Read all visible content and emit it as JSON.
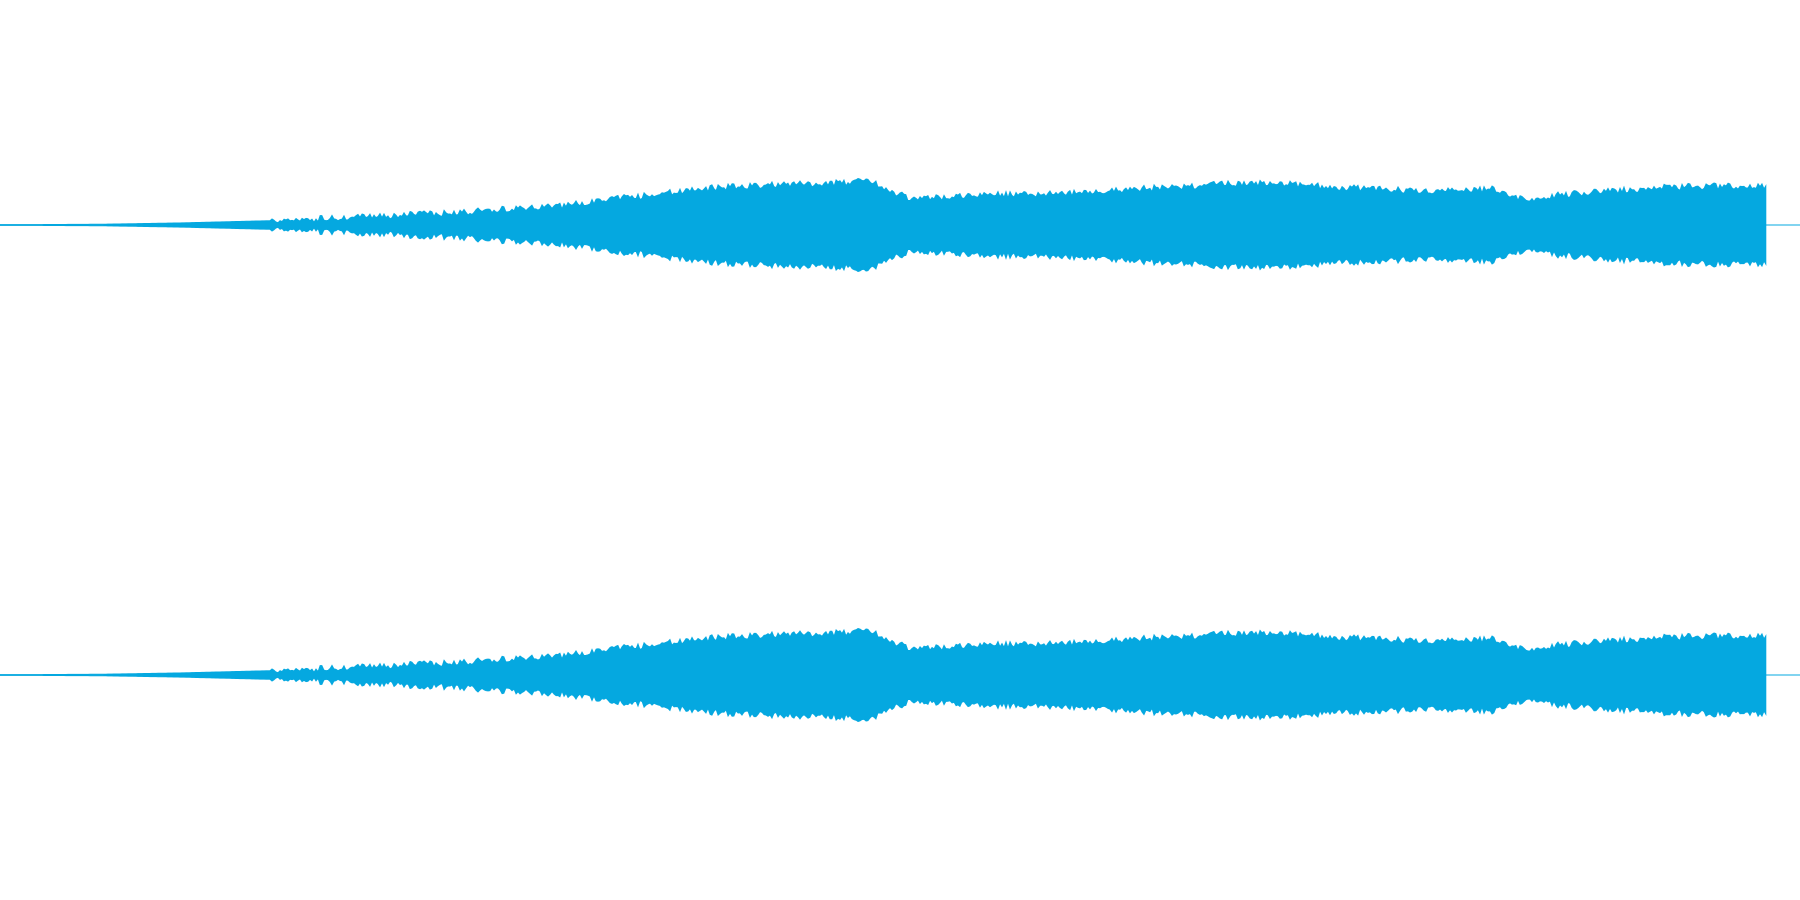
{
  "waveform": {
    "color": "#05A8E0",
    "channel_count": 2,
    "envelope": [
      {
        "t": 0.0,
        "a": 0.002
      },
      {
        "t": 0.055,
        "a": 0.004
      },
      {
        "t": 0.1,
        "a": 0.01
      },
      {
        "t": 0.15,
        "a": 0.02
      },
      {
        "t": 0.2,
        "a": 0.035
      },
      {
        "t": 0.25,
        "a": 0.055
      },
      {
        "t": 0.31,
        "a": 0.085
      },
      {
        "t": 0.35,
        "a": 0.125
      },
      {
        "t": 0.4,
        "a": 0.17
      },
      {
        "t": 0.45,
        "a": 0.185
      },
      {
        "t": 0.485,
        "a": 0.195
      },
      {
        "t": 0.49,
        "a": 0.165
      },
      {
        "t": 0.505,
        "a": 0.12
      },
      {
        "t": 0.55,
        "a": 0.135
      },
      {
        "t": 0.6,
        "a": 0.145
      },
      {
        "t": 0.65,
        "a": 0.17
      },
      {
        "t": 0.7,
        "a": 0.19
      },
      {
        "t": 0.75,
        "a": 0.165
      },
      {
        "t": 0.8,
        "a": 0.15
      },
      {
        "t": 0.83,
        "a": 0.16
      },
      {
        "t": 0.845,
        "a": 0.115
      },
      {
        "t": 0.88,
        "a": 0.145
      },
      {
        "t": 0.93,
        "a": 0.17
      },
      {
        "t": 0.97,
        "a": 0.175
      },
      {
        "t": 1.0,
        "a": 0.18
      }
    ]
  }
}
